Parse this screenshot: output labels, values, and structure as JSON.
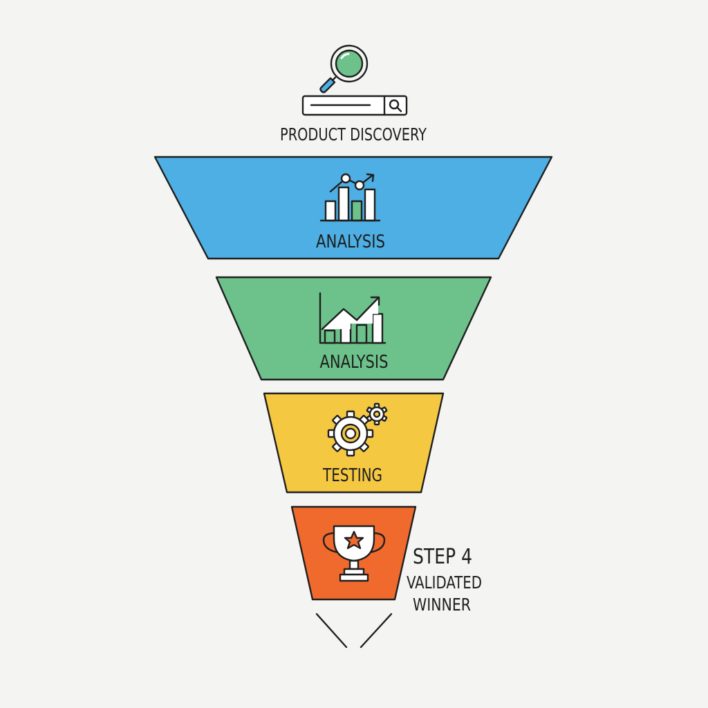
{
  "header": {
    "title": "PRODUCT DISCOVERY",
    "icons": [
      "magnifier-icon",
      "search-bar-icon"
    ]
  },
  "stages": [
    {
      "label": "ANALYSIS",
      "icon": "bar-chart-trend-icon",
      "color": "#4dafe4"
    },
    {
      "label": "ANALYSIS",
      "icon": "growth-chart-icon",
      "color": "#6cc28a"
    },
    {
      "label": "TESTING",
      "icon": "gears-icon",
      "color": "#f5c842"
    },
    {
      "label": "",
      "icon": "trophy-icon",
      "color": "#f06a2e"
    }
  ],
  "callout": {
    "step": "STEP 4",
    "line1": "VALIDATED",
    "line2": "WINNER"
  },
  "colors": {
    "background": "#f4f4f3",
    "outline": "#1f1f1f",
    "accent_green": "#6cc28a",
    "accent_blue": "#4dafe4"
  }
}
